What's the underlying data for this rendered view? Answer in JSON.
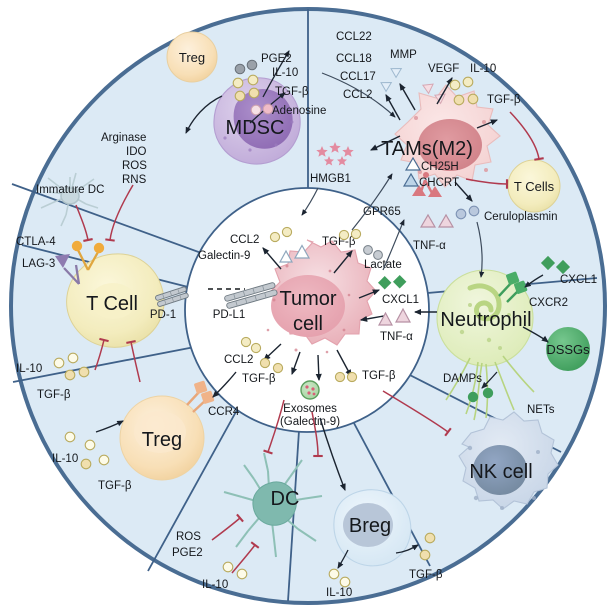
{
  "figure": {
    "kind": "tumor-microenvironment-circular-diagram",
    "center_label_line1": "Tumor",
    "center_label_line2": "cell",
    "colors": {
      "ring_fill": "#dceaf5",
      "ring_stroke": "#4a6d93",
      "inner_circle_fill": "#ffffff",
      "divider": "#3f6189",
      "inhibit_arrow": "#b03a4e",
      "arrow": "#1b2430",
      "tumor_cell": "#edb9c0",
      "tumor_nucleus": "#e8a7b2",
      "mdsc_body": "#cdbbe0",
      "mdsc_nucleus": "#9a79bf",
      "tam_body": "#f7d9d9",
      "tam_nucleus": "#d98d93",
      "tcell_body": "#f4edc0",
      "treg_body": "#f7dcb0",
      "neutrophil_body": "#e2edbe",
      "dssgs": "#4ea96a",
      "nk_body": "#ccd8e8",
      "nk_nucleus": "#7e93b4",
      "breg_body": "#dbeaf5",
      "breg_nucleus": "#b8c6d8",
      "dc_body": "#7fb9ae",
      "immature_dc": "#b9cdd3",
      "dot_yellow": "#f0e0a8",
      "dot_grey": "#b3b9c0",
      "dot_pink": "#f0bcc8",
      "dot_green": "#4ea96a",
      "tri_white": "#ffffff",
      "tri_blue": "#bcd4e8",
      "tri_pink": "#e9c7d4",
      "diamond_green": "#3f9e5c",
      "star_pink": "#e38ba0",
      "mmp_arrow": "#cfe0ef",
      "vegf_arrow": "#f0cdd5"
    }
  },
  "center": {
    "name": "Tumor cell",
    "receptor_label": "PD-L1",
    "secretions": [
      {
        "id": "ccl2-top",
        "label": "CCL2"
      },
      {
        "id": "galectin9-top",
        "label": "Galectin-9"
      },
      {
        "id": "tgfb-top",
        "label": "TGF-β"
      },
      {
        "id": "lactate",
        "label": "Lactate"
      },
      {
        "id": "cxcl1",
        "label": "CXCL1"
      },
      {
        "id": "tnfa-center",
        "label": "TNF-α"
      },
      {
        "id": "ccl2-bottom",
        "label": "CCL2"
      },
      {
        "id": "tgfb-bottom-left",
        "label": "TGF-β"
      },
      {
        "id": "exosomes",
        "label": "Exosomes"
      },
      {
        "id": "exosomes-sub",
        "label": "(Galectin-9)"
      },
      {
        "id": "tgfb-bottom-right",
        "label": "TGF-β"
      }
    ]
  },
  "sectors": [
    {
      "id": "mdsc",
      "cell": "MDSC",
      "extra_cell": "Treg",
      "factors_left": [
        "Arginase",
        "IDO",
        "ROS",
        "RNS"
      ],
      "factors_right": [
        "PGE2",
        "IL-10",
        "TGF-β",
        "Adenosine"
      ]
    },
    {
      "id": "tams",
      "cell": "TAMs(M2)",
      "chemokines": [
        "CCL22",
        "CCL18",
        "CCL17",
        "CCL2"
      ],
      "products": [
        "MMP",
        "VEGF",
        "IL-10",
        "TGF-β"
      ],
      "markers": [
        "CH25H",
        "CHCRT"
      ],
      "alarmin": "HMGB1",
      "receptor": "GPR65",
      "target_cell": "T Cells",
      "mediators": [
        "Ceruloplasmin",
        "TNF-α"
      ]
    },
    {
      "id": "neutrophil",
      "cell": "Neutrophil",
      "receptor": "CXCR2",
      "ligand": "CXCL1",
      "products": [
        "DSSGs",
        "DAMPs",
        "NETs"
      ]
    },
    {
      "id": "nk",
      "cell": "NK cell"
    },
    {
      "id": "breg",
      "cell": "Breg",
      "products": [
        "IL-10",
        "TGF-β"
      ]
    },
    {
      "id": "dc",
      "cell": "DC",
      "suppressors": [
        "ROS",
        "PGE2",
        "IL-10"
      ]
    },
    {
      "id": "treg",
      "cell": "Treg",
      "receptor": "CCR4",
      "products": [
        "IL-10",
        "TGF-β"
      ]
    },
    {
      "id": "tcell",
      "cell": "T Cell",
      "checkpoints": [
        "CTLA-4",
        "LAG-3",
        "PD-1"
      ],
      "products": [
        "IL-10",
        "TGF-β"
      ]
    },
    {
      "id": "immature-dc",
      "cell": "Immature DC"
    }
  ],
  "labels": {
    "treg_top": "Treg",
    "mdsc": "MDSC",
    "arginase": "Arginase",
    "ido": "IDO",
    "ros": "ROS",
    "rns": "RNS",
    "pge2": "PGE2",
    "il10_mdsc": "IL-10",
    "tgfb_mdsc": "TGF-β",
    "adenosine": "Adenosine",
    "immature_dc": "Immature DC",
    "ctla4": "CTLA-4",
    "lag3": "LAG-3",
    "tcell": "T Cell",
    "pd1": "PD-1",
    "il10_tcell": "IL-10",
    "tgfb_tcell": "TGF-β",
    "treg": "Treg",
    "ccr4": "CCR4",
    "il10_treg": "IL-10",
    "tgfb_treg": "TGF-β",
    "dc": "DC",
    "ros_dc": "ROS",
    "pge2_dc": "PGE2",
    "il10_dc": "IL-10",
    "breg": "Breg",
    "il10_breg": "IL-10",
    "tgfb_breg": "TGF-β",
    "nk": "NK cell",
    "neutrophil": "Neutrophil",
    "cxcr2": "CXCR2",
    "cxcl1_neut": "CXCL1",
    "dssgs": "DSSGs",
    "damps": "DAMPs",
    "nets": "NETs",
    "ccl22": "CCL22",
    "ccl18": "CCL18",
    "ccl17": "CCL17",
    "ccl2_tam": "CCL2",
    "mmp": "MMP",
    "vegf": "VEGF",
    "il10_tam": "IL-10",
    "tgfb_tam": "TGF-β",
    "tams": "TAMs(M2)",
    "ch25h": "CH25H",
    "chcrt": "CHCRT",
    "tcells_target": "T Cells",
    "hmgb1": "HMGB1",
    "gpr65": "GPR65",
    "ceruloplasmin": "Ceruloplasmin",
    "tnfa_tam": "TNF-α",
    "ccl2_center_top": "CCL2",
    "galectin9_center": "Galectin-9",
    "tgfb_center_top": "TGF-β",
    "lactate": "Lactate",
    "pdl1": "PD-L1",
    "cxcl1_center": "CXCL1",
    "tnfa_center": "TNF-α",
    "ccl2_center_bottom": "CCL2",
    "tgfb_center_bl": "TGF-β",
    "exosomes": "Exosomes",
    "exosomes_sub": "(Galectin-9)",
    "tgfb_center_br": "TGF-β",
    "tumor_1": "Tumor",
    "tumor_2": "cell"
  }
}
